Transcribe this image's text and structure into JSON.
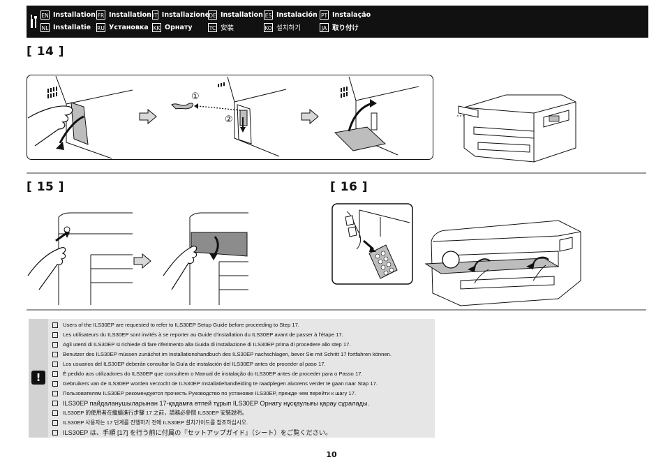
{
  "header": {
    "languages": [
      {
        "code": "EN",
        "label": "Installation"
      },
      {
        "code": "FR",
        "label": "Installation"
      },
      {
        "code": "IT",
        "label": "Installazione"
      },
      {
        "code": "DE",
        "label": "Installation"
      },
      {
        "code": "ES",
        "label": "Instalación"
      },
      {
        "code": "PT",
        "label": "Instalação"
      },
      {
        "code": "NL",
        "label": "Installatie"
      },
      {
        "code": "RU",
        "label": "Установка"
      },
      {
        "code": "KK",
        "label": "Орнату"
      },
      {
        "code": "TC",
        "label": "安裝"
      },
      {
        "code": "KO",
        "label": "설치하기"
      },
      {
        "code": "JA",
        "label": "取り付け"
      }
    ]
  },
  "steps": {
    "s14": "[ 14 ]",
    "s15": "[ 15 ]",
    "s16": "[ 16 ]"
  },
  "callouts": {
    "one": "①",
    "two": "②"
  },
  "notice": {
    "icon": "!",
    "items": [
      "Users of the ILS30EP are requested to refer to ILS30EP Setup Guide before proceeding to Step 17.",
      "Les utilisateurs du ILS30EP sont invités à se reporter au Guide d'installation du ILS30EP avant de passer à l'étape 17.",
      "Agli utenti di ILS30EP si richiede di fare riferimento alla Guida di installazione di ILS30EP prima di procedere allo step 17.",
      "Benutzer des ILS30EP müssen zunächst im Installationshandbuch des ILS30EP nachschlagen, bevor Sie mit Schritt 17 fortfahren können.",
      "Los usuarios del ILS30EP deberán consultar la Guía de instalación del ILS30EP antes de proceder al paso 17.",
      "É pedido aos utilizadores do ILS30EP que consultem o Manual de instalação do ILS30EP antes de proceder para o Passo 17.",
      "Gebruikers van de ILS30EP worden verzocht de ILS30EP Installatiehandleiding te raadplegen alvorens verder te gaan naar Stap 17.",
      "Пользователям ILS30EP рекомендуется прочесть Руководство по установке ILS30EP, прежде чем перейти к шагу 17.",
      "ILS30EP пайдаланушыларынан 17-қадамға өтпей тұрып ILS30EP Орнату нұсқаулығы қарау сұралады.",
      "ILS30EP 的使用者在繼續進行步驟 17 之前，請務必參閱 ILS30EP 安裝說明。",
      "ILS30EP 사용자는 17 단계를 진행하기 전에 ILS30EP 설치가이드를 참조하십시오.",
      "ILS30EP は、手順 [17] を行う前に付属の『セットアップガイド』（シート）をご覧ください。"
    ]
  },
  "page_number": "10"
}
